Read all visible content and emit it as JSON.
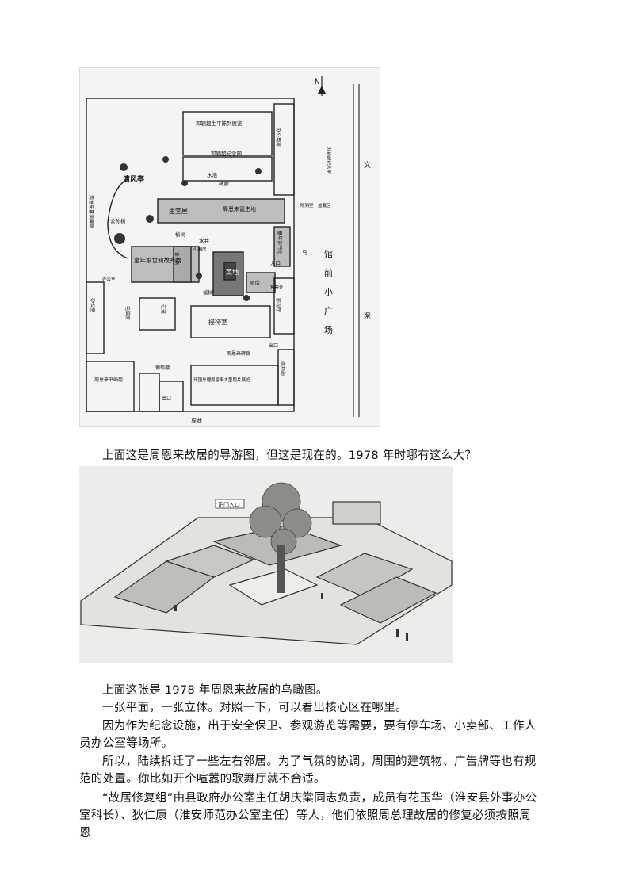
{
  "map": {
    "north": "N",
    "rooms": {
      "exhibit_top": "邓颖超生平陈列展览",
      "memorial_garden": "邓颖超纪念园",
      "water_pond": "水池",
      "corridor_top": "碑廊",
      "office_tall": "办公用房",
      "qingfeng": "清风亭",
      "zhou_forest": "周恩来暮读碑廊",
      "gongsun": "公孙树",
      "main_hall": "主堂屋",
      "birthplace": "周恩来诞生地",
      "childhood": "童年读书处",
      "childhood_show": "童年家世和故乡展",
      "study": "读书房",
      "small_room": "小厢房",
      "water_well": "水井",
      "yushu1": "榆树",
      "yushu2": "榆树",
      "vegetable": "菜地",
      "kitchen": "厨房",
      "entrance": "入口",
      "ticket": "售票处",
      "office_small": "办公室",
      "office_left": "办公室",
      "power": "电脑房",
      "guodao": "过道",
      "zhou_books": "周恩来书画苑",
      "reception": "接待室",
      "film_hall": "影视厅",
      "shop": "商场部",
      "exit": "出口",
      "exit2": "出口",
      "zhou_corridor2": "周恩来碑廊",
      "grapes": "葡萄棚",
      "opening": "开国总理周恩来大型照片展览",
      "lane": "周巷",
      "extra1": "邓颖超纪念室",
      "extra2": "陈列室",
      "extra3": "盆栽区"
    },
    "plaza": [
      "馆",
      "前",
      "小",
      "广",
      "场"
    ],
    "road_wen": "文",
    "road_qu": "渠",
    "road_ma": "马"
  },
  "birdseye": {
    "label_gate": "正门入口"
  },
  "paragraphs": [
    "上面这是周恩来故居的导游图，但这是现在的。1978 年时哪有这么大？",
    "上面这张是 1978 年周恩来故居的鸟瞰图。",
    "一张平面，一张立体。对照一下，可以看出核心区在哪里。",
    "因为作为纪念设施，出于安全保卫、参观游览等需要，要有停车场、小卖部、工作人员办公室等场所。",
    "所以，陆续拆迁了一些左右邻居。为了气氛的协调，周围的建筑物、广告牌等也有规范的处置。你比如开个喧嚣的歌舞厅就不合适。",
    "“故居修复组”由县政府办公室主任胡庆棠同志负责，成员有花玉华（淮安县外事办公室科长）、狄仁康（淮安师范办公室主任）等人，他们依照周总理故居的修复必须按照周恩"
  ]
}
